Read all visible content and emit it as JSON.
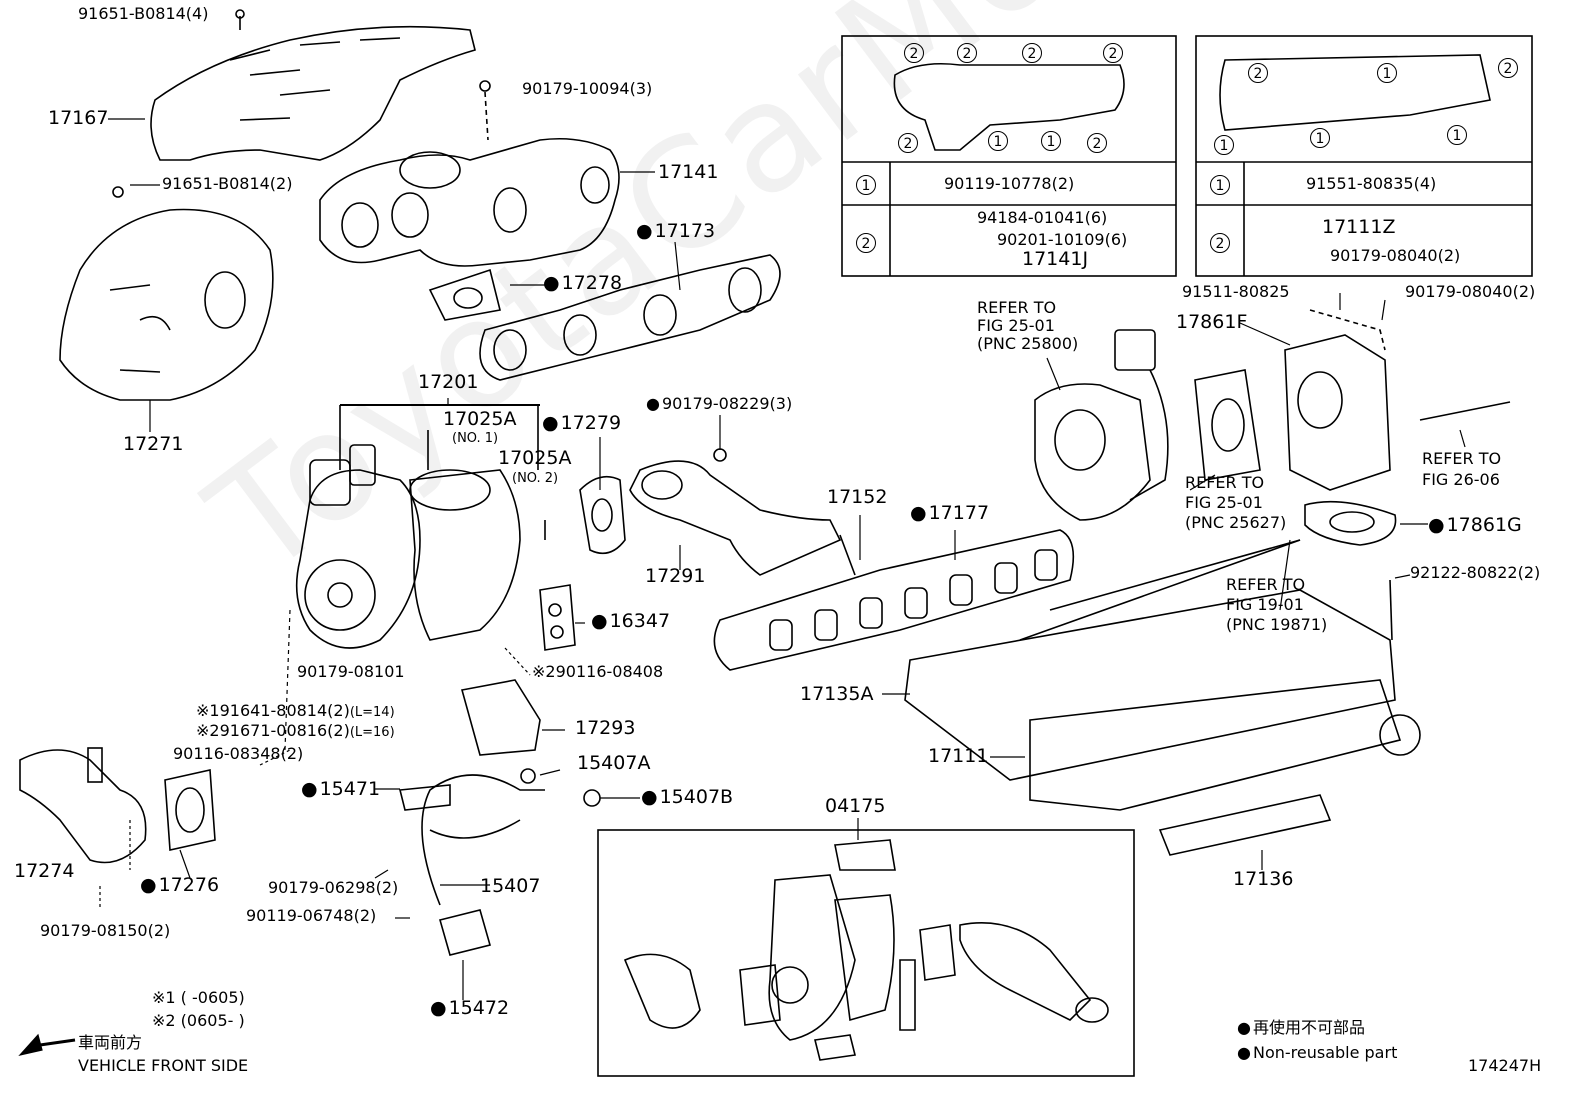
{
  "labels": {
    "p1": "91651-B0814(4)",
    "p2": "17167",
    "p3": "90179-10094(3)",
    "p4": "91651-B0814(2)",
    "p5": "17141",
    "p6": "17173",
    "p7": "17278",
    "p8": "17271",
    "p9": "17201",
    "p10": "17025A",
    "p10n": "(NO. 1)",
    "p11": "17279",
    "p12": "17025A",
    "p12n": "(NO. 2)",
    "p13": "90179-08229(3)",
    "p14": "17152",
    "p15": "17177",
    "p16": "17291",
    "p17": "16347",
    "p18": "90179-08101",
    "p19": "90116-08408",
    "p20a": "91641-80814(2)",
    "p20aL": "(L=14)",
    "p20b": "91671-00816(2)",
    "p20bL": "(L=16)",
    "p21": "17293",
    "p22": "90116-08348(2)",
    "p23": "15407A",
    "p24": "15471",
    "p25": "15407B",
    "p26": "17274",
    "p27": "17276",
    "p28": "90179-06298(2)",
    "p29": "15407",
    "p30": "90119-06748(2)",
    "p31": "90179-08150(2)",
    "p32": "15472",
    "p33": "04175",
    "p34": "17135A",
    "p35": "17111",
    "p36": "17136",
    "p37": "91511-80825",
    "p38": "90179-08040(2)",
    "p39": "17861F",
    "p40": "17861G",
    "p41": "92122-80822(2)"
  },
  "refers": {
    "r1a": "REFER TO",
    "r1b": "FIG 25-01",
    "r1c": "(PNC 25800)",
    "r2a": "REFER TO",
    "r2b": "FIG 25-01",
    "r2c": "(PNC 25627)",
    "r3a": "REFER TO",
    "r3b": "FIG 26-06",
    "r4a": "REFER TO",
    "r4b": "FIG 19-01",
    "r4c": "(PNC 19871)"
  },
  "marks": {
    "ref1": "※1",
    "ref2": "※2",
    "circle1": "1",
    "circle2": "2"
  },
  "table_left": {
    "row1_parts": [
      "90119-10778(2)"
    ],
    "row2_parts": [
      "94184-01041(6)",
      "90201-10109(6)",
      "17141J"
    ]
  },
  "table_right": {
    "row1_parts": [
      "91551-80835(4)"
    ],
    "row2_parts": [
      "17111Z",
      "90179-08040(2)"
    ]
  },
  "notes": {
    "n1": "※1 (        -0605)",
    "n2": "※2  (0605-        )"
  },
  "legend": {
    "jp": "再使用不可部品",
    "en": "Non-reusable part"
  },
  "direction": {
    "jp": "車両前方",
    "en": "VEHICLE FRONT SIDE"
  },
  "figure_code": "174247H",
  "watermark": "ToyotaCarMod.ru"
}
